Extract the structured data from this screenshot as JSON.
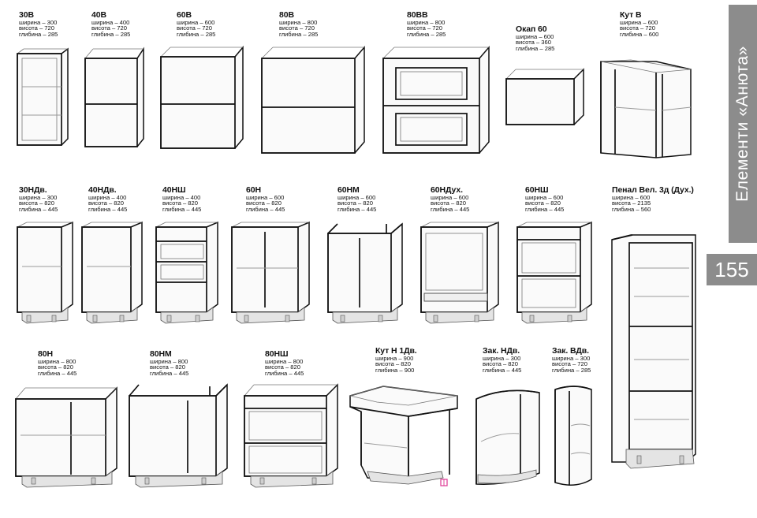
{
  "sidebar": {
    "title": "Елементи «Анюта»",
    "page_number": "155"
  },
  "cabinets": [
    {
      "id": "30v",
      "name": "30В",
      "width": "ширина – 300",
      "height": "висота – 720",
      "depth": "глибина – 285"
    },
    {
      "id": "40v",
      "name": "40В",
      "width": "ширина – 400",
      "height": "висота – 720",
      "depth": "глибина – 285"
    },
    {
      "id": "60v",
      "name": "60В",
      "width": "ширина – 600",
      "height": "висота – 720",
      "depth": "глибина – 285"
    },
    {
      "id": "80v",
      "name": "80В",
      "width": "ширина – 800",
      "height": "висота – 720",
      "depth": "глибина – 285"
    },
    {
      "id": "80vv",
      "name": "80ВВ",
      "width": "ширина – 800",
      "height": "висота – 720",
      "depth": "глибина – 285"
    },
    {
      "id": "okap60",
      "name": "Окап 60",
      "width": "ширина – 600",
      "height": "висота – 360",
      "depth": "глибина – 285"
    },
    {
      "id": "kutv",
      "name": "Кут В",
      "width": "ширина – 600",
      "height": "висота – 720",
      "depth": "глибина – 600"
    },
    {
      "id": "30nd",
      "name": "30НДв.",
      "width": "ширина – 300",
      "height": "висота – 820",
      "depth": "глибина – 445"
    },
    {
      "id": "40nd",
      "name": "40НДв.",
      "width": "ширина – 400",
      "height": "висота – 820",
      "depth": "глибина – 445"
    },
    {
      "id": "40nsh",
      "name": "40НШ",
      "width": "ширина – 400",
      "height": "висота – 820",
      "depth": "глибина – 445"
    },
    {
      "id": "60n",
      "name": "60Н",
      "width": "ширина – 600",
      "height": "висота – 820",
      "depth": "глибина – 445"
    },
    {
      "id": "60nm",
      "name": "60НМ",
      "width": "ширина – 600",
      "height": "висота – 820",
      "depth": "глибина – 445"
    },
    {
      "id": "60ndukh",
      "name": "60НДух.",
      "width": "ширина – 600",
      "height": "висота – 820",
      "depth": "глибина – 445"
    },
    {
      "id": "60nsh",
      "name": "60НШ",
      "width": "ширина – 600",
      "height": "висота – 820",
      "depth": "глибина – 445"
    },
    {
      "id": "penal",
      "name": "Пенал Вел. 3д (Дух.)",
      "width": "ширина – 600",
      "height": "висота – 2135",
      "depth": "глибина – 560"
    },
    {
      "id": "80n",
      "name": "80Н",
      "width": "ширина – 800",
      "height": "висота – 820",
      "depth": "глибина – 445"
    },
    {
      "id": "80nm",
      "name": "80НМ",
      "width": "ширина – 800",
      "height": "висота – 820",
      "depth": "глибина – 445"
    },
    {
      "id": "80nsh",
      "name": "80НШ",
      "width": "ширина – 800",
      "height": "висота – 820",
      "depth": "глибина – 445"
    },
    {
      "id": "kutn",
      "name": "Кут Н 1Дв.",
      "width": "ширина – 900",
      "height": "висота – 820",
      "depth": "глибина – 900"
    },
    {
      "id": "zaknd",
      "name": "Зак. НДв.",
      "width": "ширина – 300",
      "height": "висота – 820",
      "depth": "глибина – 445"
    },
    {
      "id": "zakvd",
      "name": "Зак. ВДв.",
      "width": "ширина – 300",
      "height": "висота – 720",
      "depth": "глибина – 285"
    }
  ]
}
